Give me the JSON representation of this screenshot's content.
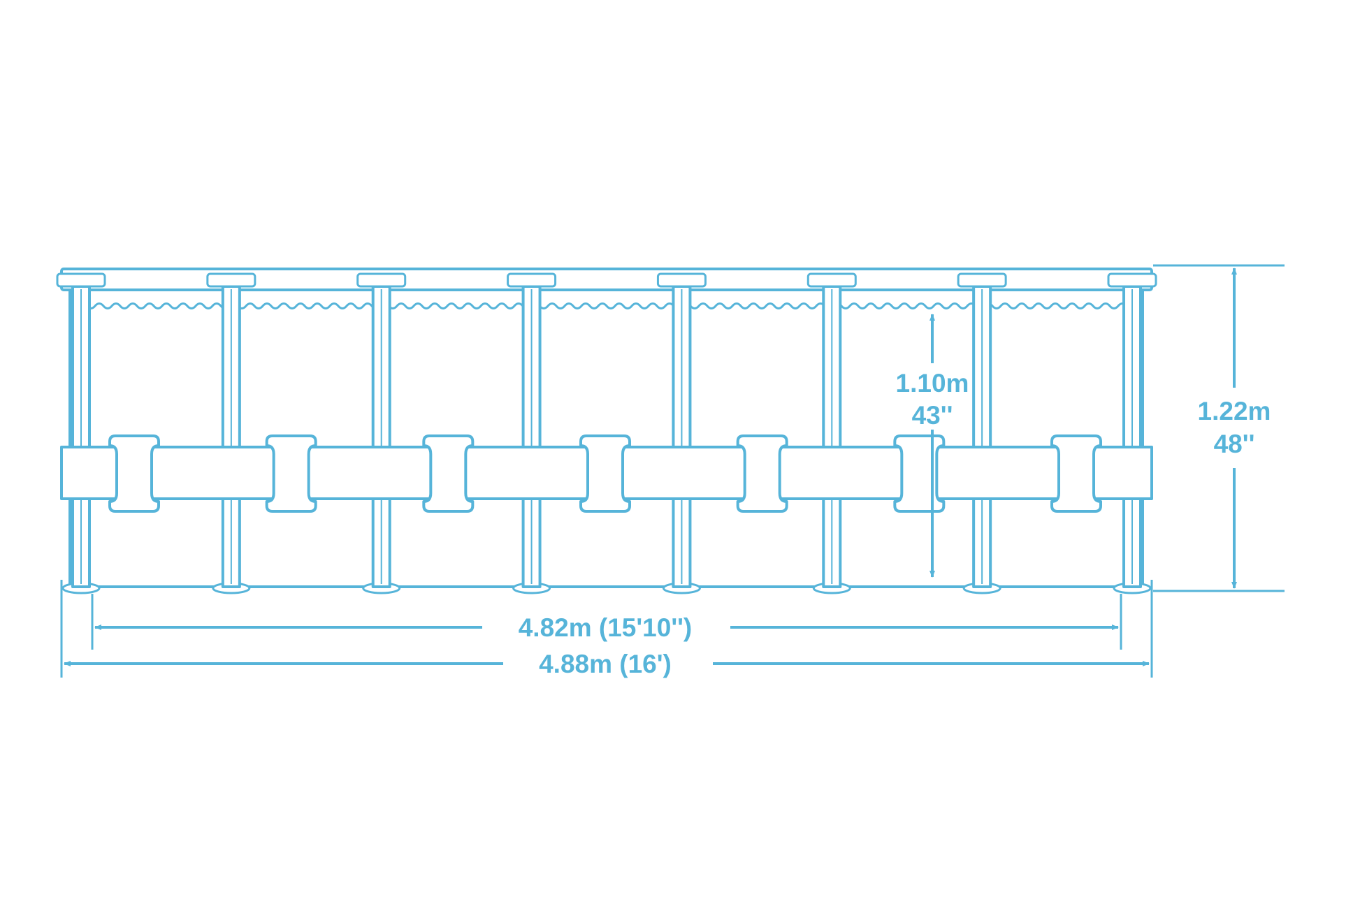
{
  "colors": {
    "stroke": "#56b4d9",
    "fill": "#ffffff"
  },
  "pool": {
    "upright_count": 8,
    "connector_count": 7
  },
  "dimensions": {
    "inner_length": "4.82m (15'10'')",
    "outer_length": "4.88m (16')",
    "water_depth_metric": "1.10m",
    "water_depth_imperial": "43''",
    "wall_height_metric": "1.22m",
    "wall_height_imperial": "48''"
  }
}
